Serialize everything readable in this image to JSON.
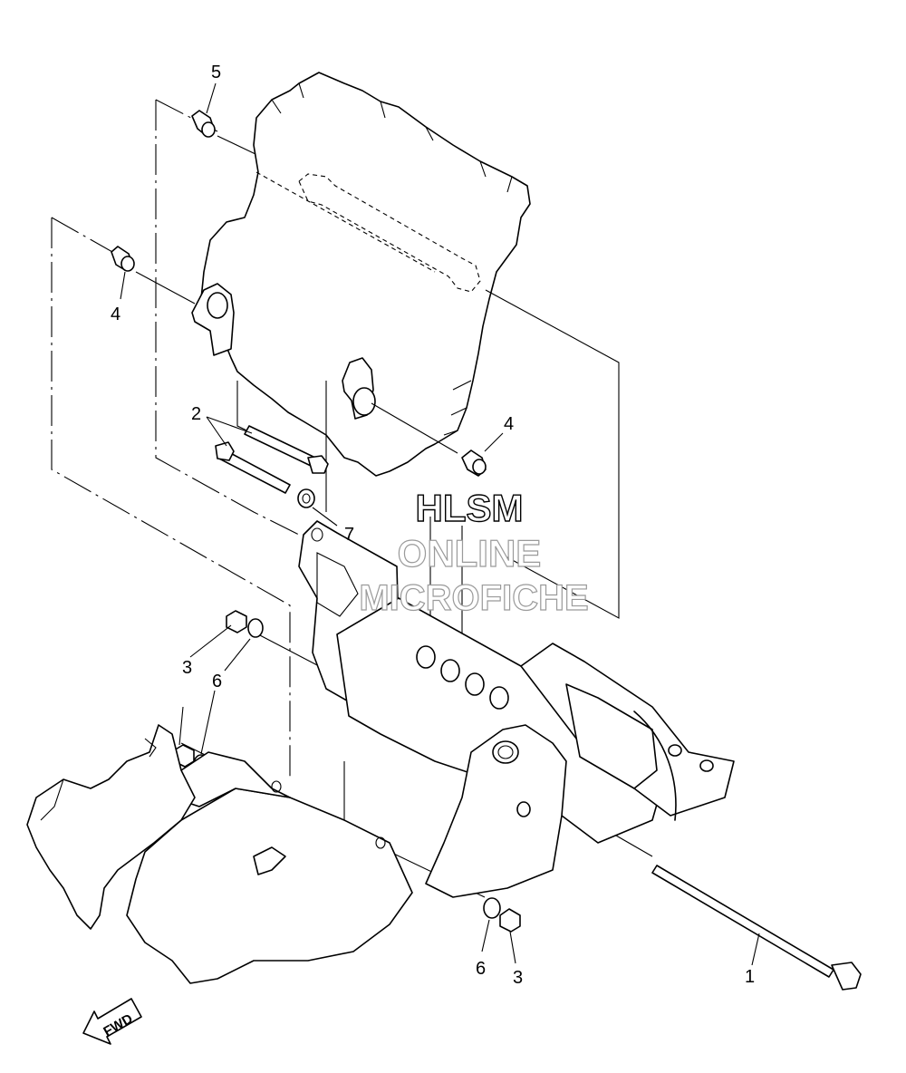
{
  "callouts": {
    "c1": "1",
    "c2": "2",
    "c3a": "3",
    "c3b": "3",
    "c4a": "4",
    "c4b": "4",
    "c5": "5",
    "c6a": "6",
    "c6b": "6",
    "c7": "7"
  },
  "watermark": {
    "line1": "HLSM",
    "line2": "ONLINE",
    "line3": "MICROFICHE"
  },
  "direction_badge": "FWD",
  "colors": {
    "line": "#000000",
    "background": "#ffffff",
    "watermark_outline": "#9a9a9a"
  }
}
